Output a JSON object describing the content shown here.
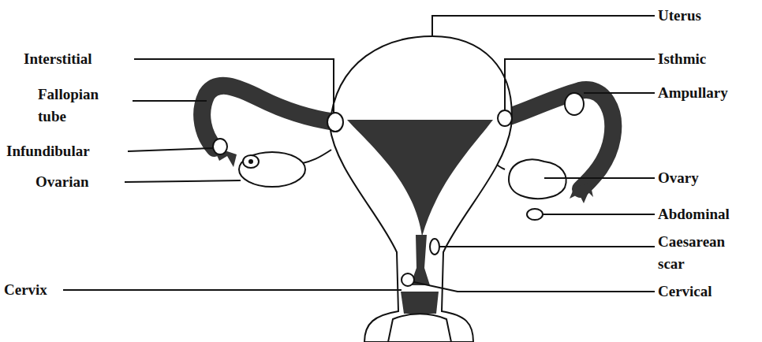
{
  "diagram": {
    "labels": [
      "Uterus",
      "Interstitial",
      "Isthmic",
      "Fallopian tube",
      "Ampullary",
      "Infundibular",
      "Ovarian",
      "Ovary",
      "Abdominal",
      "Caesarean scar",
      "Cervix",
      "Cervical"
    ]
  }
}
